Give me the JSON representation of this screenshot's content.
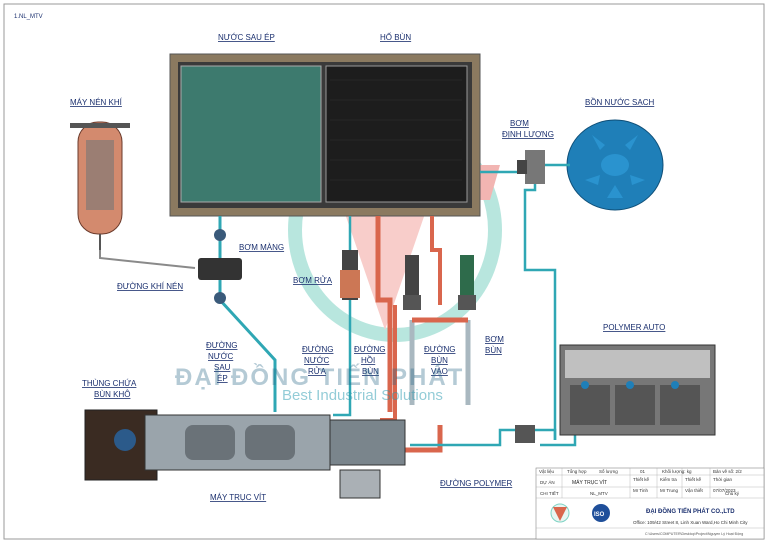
{
  "drawing_id": "1.NL_MTV",
  "labels": {
    "clean_tank_water": "NƯỚC SAU ÉP",
    "sludge_tank": "HỐ BÙN",
    "air_compressor": "MÁY NÉN KHÍ",
    "diaphragm_pump": "BƠM MÀNG",
    "air_line": "ĐƯỜNG KHÍ NÉN",
    "dosing_pump_1": "BƠM",
    "dosing_pump_2": "ĐỊNH LƯỢNG",
    "clean_water_tank": "BỒN NƯỚC SẠCH",
    "wash_pump": "BƠM RỬA",
    "pressed_water_line": [
      "ĐƯỜNG",
      "NƯỚC",
      "SAU",
      "ÉP"
    ],
    "wash_water_line": [
      "ĐƯỜNG",
      "NƯỚC",
      "RỬA"
    ],
    "return_sludge_line": [
      "ĐƯỜNG",
      "HỒI",
      "BÙN"
    ],
    "inlet_sludge_line": [
      "ĐƯỜNG",
      "BÙN",
      "VÀO"
    ],
    "sludge_pump": [
      "BƠM",
      "BÙN"
    ],
    "polymer_auto": "POLYMER AUTO",
    "dry_sludge_bin": [
      "THÙNG CHỨA",
      "BÙN KHÔ"
    ],
    "screw_press": "MÁY TRỤC VÍT",
    "polymer_line": "ĐƯỜNG POLYMER"
  },
  "watermark": {
    "company": "ĐẠI ĐỒNG TIẾN PHÁT",
    "slogan": "Best Industrial Solutions"
  },
  "title_block": {
    "row1": [
      "Vật liệu",
      "Tổng hợp",
      "Số lượng",
      "01",
      "Khối lượng: kg",
      "Bản vẽ số: 2/2"
    ],
    "project_label": "DỰ ÁN",
    "project_value": "MÁY TRỤC VÍT",
    "roles": [
      "Thiết kế",
      "Kiểm tra",
      "Thiết kế",
      "Thời gian"
    ],
    "names": [
      "Mr Tinh",
      "Mr Trung",
      "Vận thiết",
      "07/07/2023"
    ],
    "detail_label": "CHI TIẾT",
    "detail_value": "NL_MTV",
    "note": "Chú ký",
    "company": "ĐẠI ĐỒNG TIẾN PHÁT CO.,LTD",
    "office": "Office: 109/42 Street 8, Linh Xuan Ward,Ho Chi Minh City",
    "footer": "C:\\Users\\COMPUTER\\Desktop\\Project\\Nguyen Lý Hoạt Động",
    "iso": "ISO"
  },
  "colors": {
    "water_line": "#2fa7b4",
    "sludge_line": "#d9664d",
    "air_line": "#8a8a8a",
    "label": "#1a2f6e",
    "tank_blue": "#1f7fb8"
  }
}
